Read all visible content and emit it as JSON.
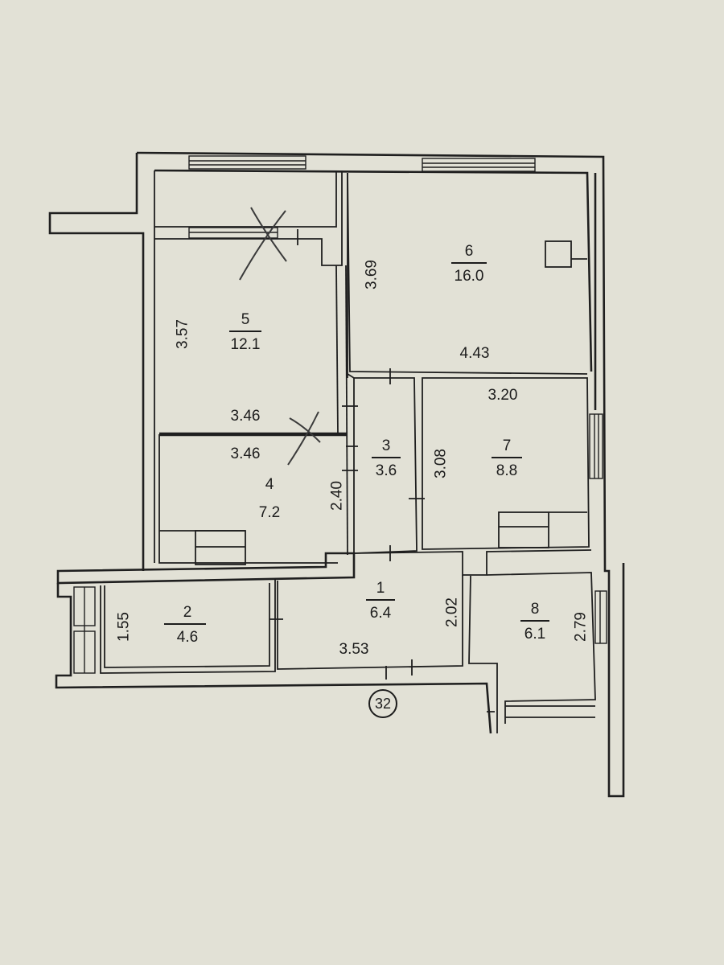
{
  "rooms": [
    {
      "id": "1",
      "area": "6.4"
    },
    {
      "id": "2",
      "area": "4.6"
    },
    {
      "id": "3",
      "area": "3.6"
    },
    {
      "id": "4",
      "area": "7.2"
    },
    {
      "id": "5",
      "area": "12.1"
    },
    {
      "id": "6",
      "area": "16.0"
    },
    {
      "id": "7",
      "area": "8.8"
    },
    {
      "id": "8",
      "area": "6.1"
    }
  ],
  "dimensions": {
    "room5_height": "3.57",
    "room5_width": "3.46",
    "room4_width": "3.46",
    "room4_height": "2.40",
    "room6_height": "3.69",
    "room6_width": "4.43",
    "room7_width": "3.20",
    "room7_height": "3.08",
    "room2_height": "1.55",
    "room1_height": "2.02",
    "room1_width": "3.53",
    "room8_height": "2.79"
  },
  "sheet_number": "32"
}
